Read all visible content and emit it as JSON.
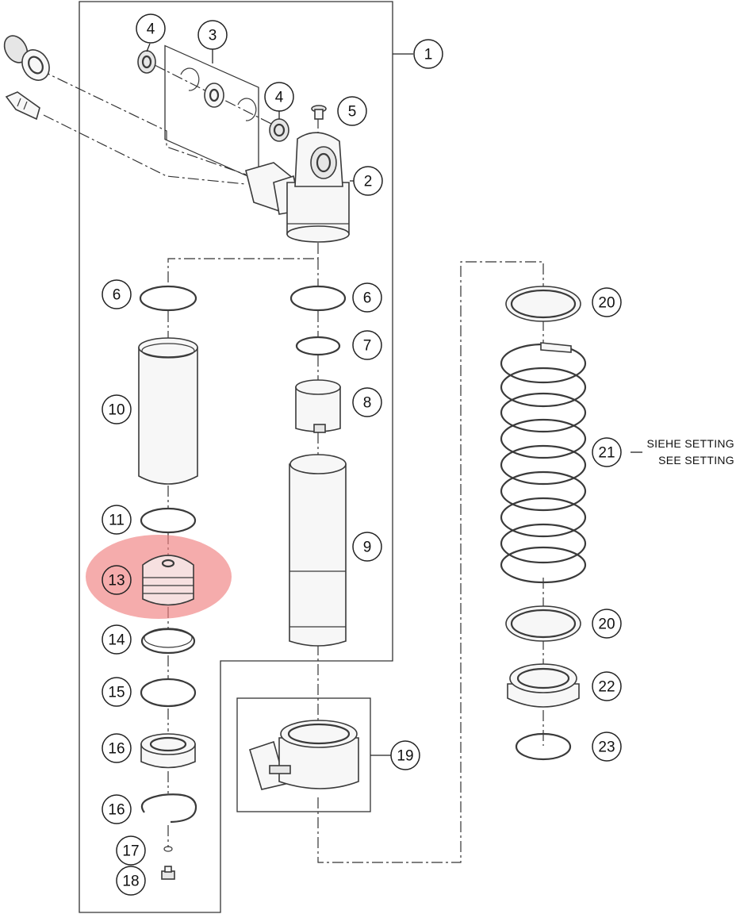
{
  "callouts": {
    "c1": "1",
    "c2": "2",
    "c3": "3",
    "c4a": "4",
    "c4b": "4",
    "c5": "5",
    "c6a": "6",
    "c6b": "6",
    "c7": "7",
    "c8": "8",
    "c9": "9",
    "c10": "10",
    "c11": "11",
    "c13": "13",
    "c14": "14",
    "c15": "15",
    "c16a": "16",
    "c16b": "16",
    "c17": "17",
    "c18": "18",
    "c19": "19",
    "c20a": "20",
    "c20b": "20",
    "c21": "21",
    "c22": "22",
    "c23": "23"
  },
  "notes": {
    "setting_de": "SIEHE SETTING",
    "setting_en": "SEE SETTING"
  },
  "highlight": {
    "part": "13",
    "color": "#f08080"
  },
  "colors": {
    "line": "#3a3a3a",
    "fill": "#f7f7f7"
  }
}
